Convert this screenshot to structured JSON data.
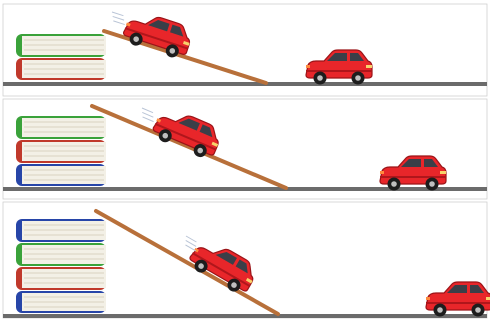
{
  "title_partial": "",
  "panels": [
    {
      "id": "panel-1",
      "book_count": 2,
      "book_colors": [
        "#3aa23a",
        "#c0392b"
      ],
      "car_on_ramp": true,
      "car_on_floor": true
    },
    {
      "id": "panel-2",
      "book_count": 3,
      "book_colors": [
        "#3aa23a",
        "#c0392b",
        "#2745a8"
      ],
      "car_on_ramp": true,
      "car_on_floor": true
    },
    {
      "id": "panel-3",
      "book_count": 4,
      "book_colors": [
        "#2745a8",
        "#3aa23a",
        "#c0392b",
        "#2745a8"
      ],
      "car_on_ramp": true,
      "car_on_floor": true
    }
  ],
  "colors": {
    "floor": "#6b6b6b",
    "ramp": "#b8703a",
    "car_body": "#e8262a",
    "frame": "#444444"
  },
  "icons": {
    "car": "red-toy-car",
    "books": "stacked-books",
    "ramp": "wooden-plank"
  }
}
